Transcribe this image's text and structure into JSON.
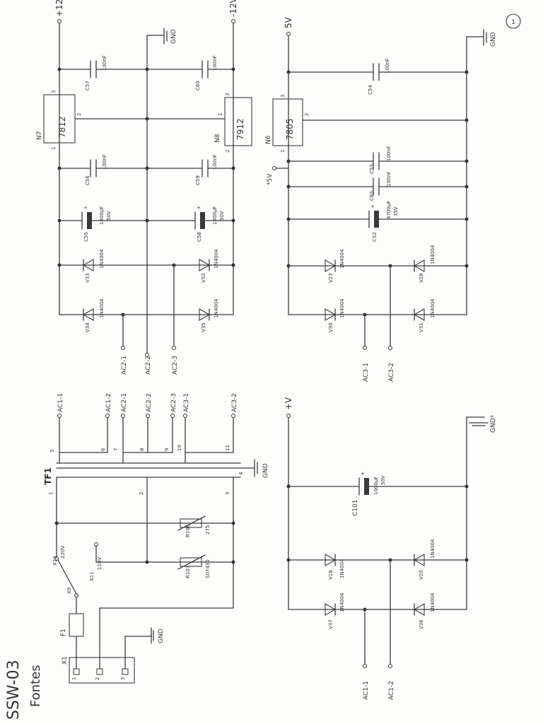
{
  "sheet": {
    "title": "SSW-03",
    "subtitle": "Fontes",
    "page_number": "1"
  },
  "connector_x1": {
    "label": "X1",
    "pins": [
      "1",
      "2",
      "3"
    ],
    "gnd_label": "GND"
  },
  "mains": {
    "fuse": "F1",
    "switch": "X9",
    "tap_220": {
      "ref": "X10",
      "value": "220V"
    },
    "tap_110": {
      "ref": "X11",
      "value": "110V"
    },
    "varistor_1": {
      "ref": "R106",
      "value": "275"
    },
    "varistor_2": {
      "ref": "R107",
      "value": "S07430"
    }
  },
  "transformer": {
    "label": "TF1",
    "primary_pins": [
      "1",
      "2",
      "3"
    ],
    "pin4": "4",
    "gnd_label": "GND",
    "secondary_pins": [
      "5",
      "6",
      "7",
      "8",
      "9",
      "10",
      "11"
    ],
    "outputs": [
      "AC1-1",
      "AC1-2",
      "AC2-1",
      "AC2-2",
      "AC2-3",
      "AC3-1",
      "AC3-2"
    ]
  },
  "supply_12v": {
    "plus_label": "+12V",
    "minus_label": "-12V",
    "gnd_label": "GND",
    "reg_pos": {
      "ref": "N7",
      "part": "7812",
      "pins": [
        "3",
        "2",
        "1"
      ]
    },
    "reg_neg": {
      "ref": "N8",
      "part": "7912",
      "pins": [
        "3",
        "1",
        "2"
      ]
    },
    "caps": [
      {
        "ref": "C57",
        "value": "100nF"
      },
      {
        "ref": "C60",
        "value": "100nF"
      },
      {
        "ref": "C56",
        "value": "100nF"
      },
      {
        "ref": "C59",
        "value": "100nF"
      },
      {
        "ref": "C55",
        "value": "1000µF",
        "voltage": "50V"
      },
      {
        "ref": "C58",
        "value": "1000µF",
        "voltage": "50V"
      }
    ],
    "diodes": [
      {
        "ref": "V33",
        "part": "1N4004"
      },
      {
        "ref": "V32",
        "part": "1N4004"
      },
      {
        "ref": "V34",
        "part": "1N4004"
      },
      {
        "ref": "V35",
        "part": "1N4004"
      }
    ],
    "inputs": [
      "AC2-1",
      "AC2-2",
      "AC2-3"
    ]
  },
  "supply_5v": {
    "out_label": "5V",
    "gnd_label": "GND",
    "test_point": "*5V",
    "reg": {
      "ref": "N6",
      "part": "7805",
      "pins": [
        "3",
        "2",
        "1"
      ]
    },
    "caps": [
      {
        "ref": "C54",
        "value": "100nF"
      },
      {
        "ref": "C53",
        "value": "100nF"
      },
      {
        "ref": "C83",
        "value": "100nF"
      },
      {
        "ref": "C52",
        "value": "4700µF",
        "voltage": "35V"
      }
    ],
    "diodes": [
      {
        "ref": "V23",
        "part": "1N4004"
      },
      {
        "ref": "V28",
        "part": "1N4004"
      },
      {
        "ref": "V30",
        "part": "1N4004"
      },
      {
        "ref": "V31",
        "part": "1N4004"
      }
    ],
    "inputs": [
      "AC3-1",
      "AC3-2"
    ]
  },
  "supply_v": {
    "out_label": "+V",
    "gnd_label": "GND*",
    "cap": {
      "ref": "C101",
      "value": "1000µF",
      "voltage": "50V"
    },
    "diodes": [
      {
        "ref": "V18",
        "part": "1N4004"
      },
      {
        "ref": "V20",
        "part": "1N4004"
      },
      {
        "ref": "V37",
        "part": "1N4004"
      },
      {
        "ref": "V36",
        "part": "1N4004"
      }
    ],
    "inputs": [
      "AC1-1",
      "AC1-2"
    ]
  }
}
